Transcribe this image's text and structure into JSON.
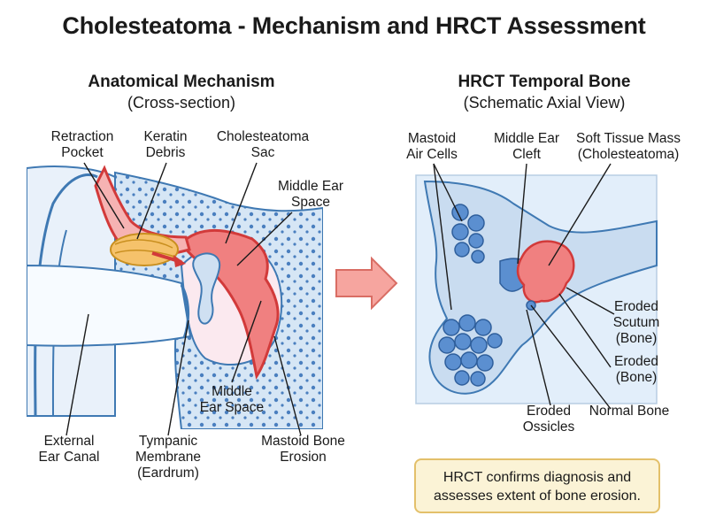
{
  "title": "Cholesteatoma - Mechanism and HRCT Assessment",
  "left_panel": {
    "title": "Anatomical Mechanism",
    "subtitle": "(Cross-section)",
    "labels": {
      "retraction_pocket": [
        "Retraction",
        "Pocket"
      ],
      "keratin_debris": [
        "Keratin",
        "Debris"
      ],
      "cholesteatoma_sac": [
        "Cholesteatoma",
        "Sac"
      ],
      "middle_ear_space_top": [
        "Middle Ear",
        "Space"
      ],
      "middle_ear_space_bottom": [
        "Middle",
        "Ear Space"
      ],
      "external_ear_canal": [
        "External",
        "Ear Canal"
      ],
      "tympanic_membrane": [
        "Tympanic",
        "Membrane",
        "(Eardrum)"
      ],
      "mastoid_bone_erosion": [
        "Mastoid Bone",
        "Erosion"
      ]
    }
  },
  "right_panel": {
    "title": "HRCT Temporal Bone",
    "subtitle": "(Schematic Axial View)",
    "labels": {
      "mastoid_air_cells": [
        "Mastoid",
        "Air Cells"
      ],
      "middle_ear_cleft": [
        "Middle Ear",
        "Cleft"
      ],
      "soft_tissue_mass": [
        "Soft Tissue Mass",
        "(Cholesteatoma)"
      ],
      "eroded_scutum": [
        "Eroded",
        "Scutum",
        "(Bone)"
      ],
      "eroded_bone": [
        "Eroded",
        "(Bone)"
      ],
      "normal_bone": [
        "Normal Bone"
      ],
      "eroded_ossicles": [
        "Eroded",
        "Ossicles"
      ]
    }
  },
  "note": [
    "HRCT confirms diagnosis and",
    "assesses extent of bone erosion."
  ],
  "colors": {
    "bone": "#d6e6f5",
    "bone_stroke": "#3f79b3",
    "air_cell": "#5b8fd0",
    "cholesteatoma": "#f08080",
    "cholesteatoma_stroke": "#d23a3a",
    "keratin": "#f5c26b",
    "arrow": "#f28f86",
    "note_bg": "#fbf3d6",
    "note_border": "#e3c06a"
  }
}
